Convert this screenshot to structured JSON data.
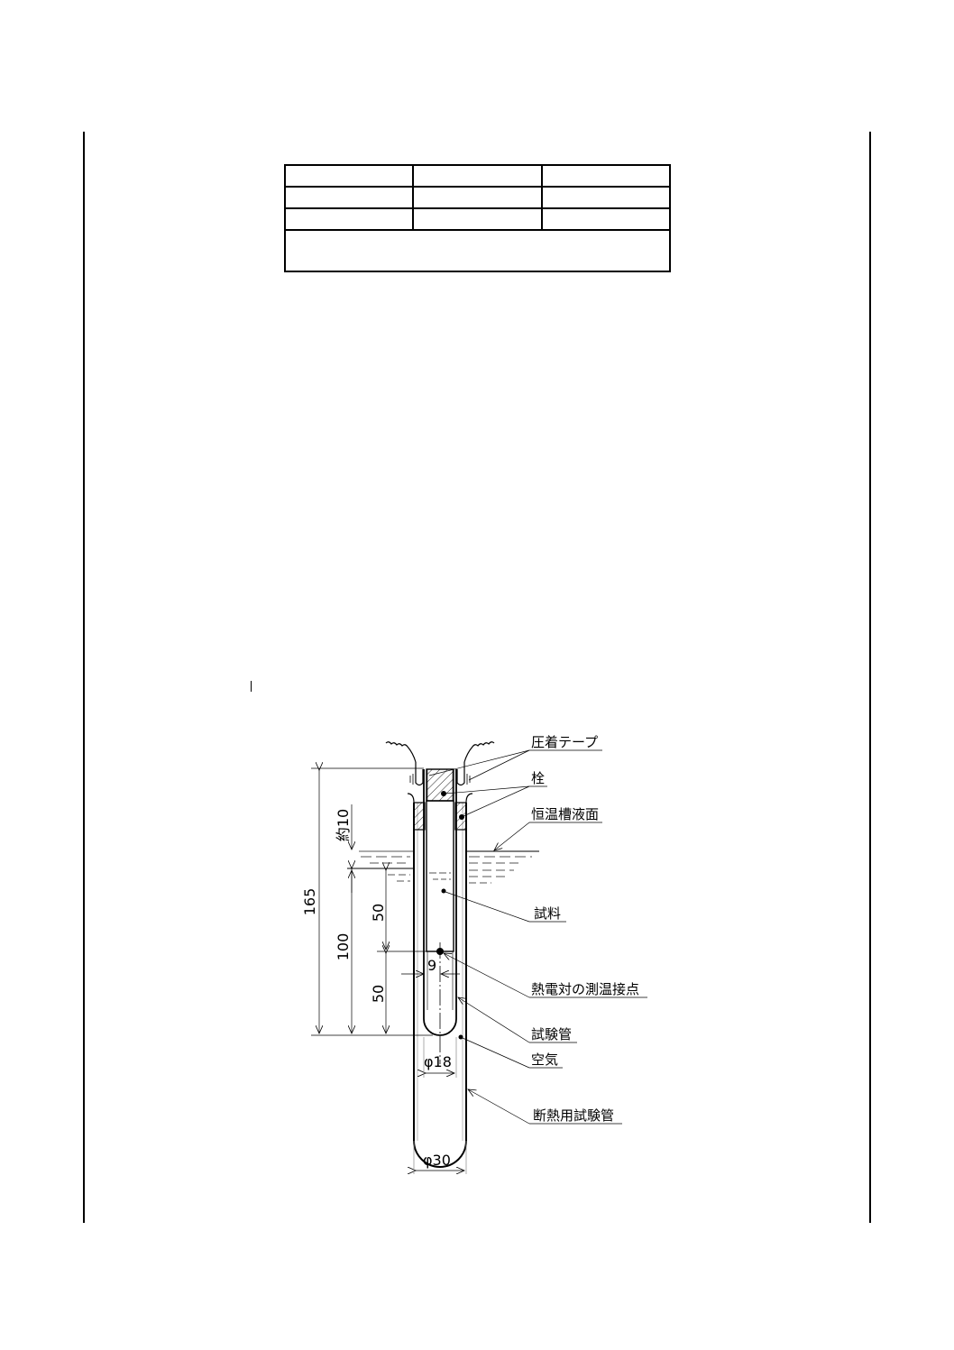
{
  "table": {
    "rows": [
      [
        "",
        "",
        ""
      ],
      [
        "",
        "",
        ""
      ],
      [
        "",
        "",
        ""
      ]
    ],
    "note": ""
  },
  "figure": {
    "labels": {
      "crimp_tape": "圧着テープ",
      "stopper": "栓",
      "bath_surface": "恒温槽液面",
      "sample": "試料",
      "thermocouple_junction": "熱電対の測温接点",
      "test_tube": "試験管",
      "air": "空気",
      "insulating_tube": "断熱用試験管"
    },
    "dimensions": {
      "total_height": "165",
      "approx_10": "約10",
      "immersion_depth": "100",
      "upper_50": "50",
      "lower_50": "50",
      "gap_9": "9",
      "inner_diameter": "φ18",
      "outer_diameter": "φ30"
    }
  }
}
